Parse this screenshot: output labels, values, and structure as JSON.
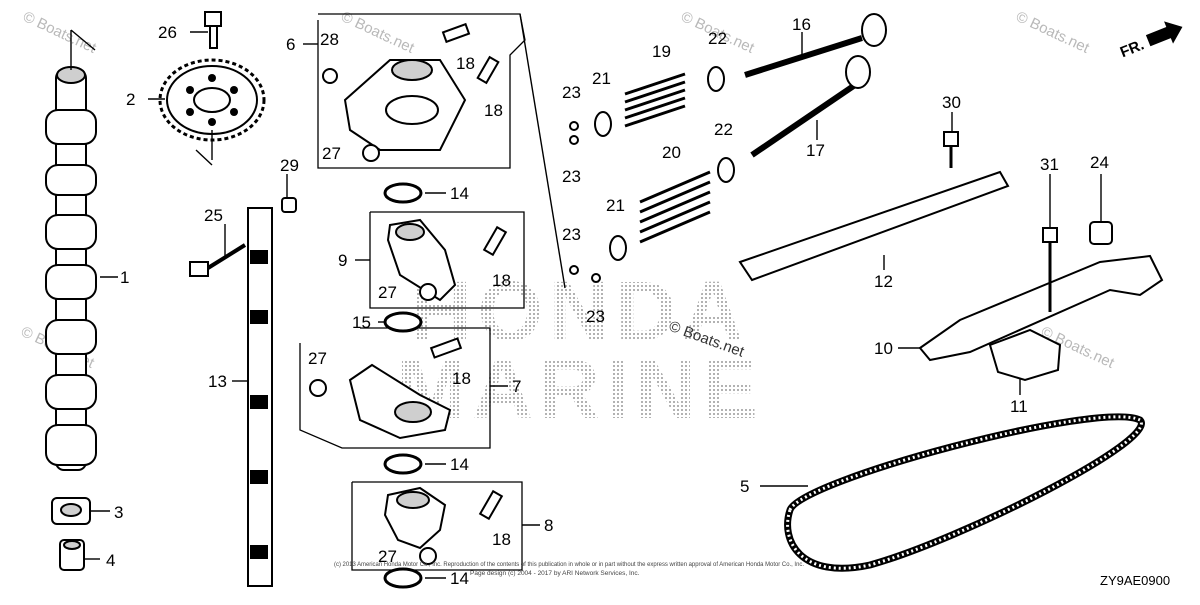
{
  "diagram": {
    "code": "ZY9AE0900",
    "direction": "FR.",
    "brand_watermark": [
      "HONDA",
      "MARINE"
    ],
    "watermark": "© Boats.net",
    "corner_watermark": "© Boats.net",
    "copyright": [
      "(c) 2013 American Honda Motor Co., Inc. Reproduction of the contents of this publication in whole or in part without the express written approval of American Honda Motor Co., Inc.",
      "Page design (c) 2004 - 2017 by ARI Network Services, Inc."
    ]
  },
  "callouts": {
    "c1": "1",
    "c2": "2",
    "c3": "3",
    "c4": "4",
    "c5": "5",
    "c6": "6",
    "c7": "7",
    "c8": "8",
    "c9": "9",
    "c10": "10",
    "c11": "11",
    "c12": "12",
    "c13": "13",
    "c14a": "14",
    "c14b": "14",
    "c14c": "14",
    "c15": "15",
    "c16": "16",
    "c17": "17",
    "c18a": "18",
    "c18b": "18",
    "c18c": "18",
    "c18d": "18",
    "c18e": "18",
    "c19": "19",
    "c20": "20",
    "c21a": "21",
    "c21b": "21",
    "c22a": "22",
    "c22b": "22",
    "c23a": "23",
    "c23b": "23",
    "c23c": "23",
    "c23d": "23",
    "c24": "24",
    "c25": "25",
    "c26": "26",
    "c27a": "27",
    "c27b": "27",
    "c27c": "27",
    "c27d": "27",
    "c28": "28",
    "c29": "29",
    "c30": "30",
    "c31": "31"
  }
}
